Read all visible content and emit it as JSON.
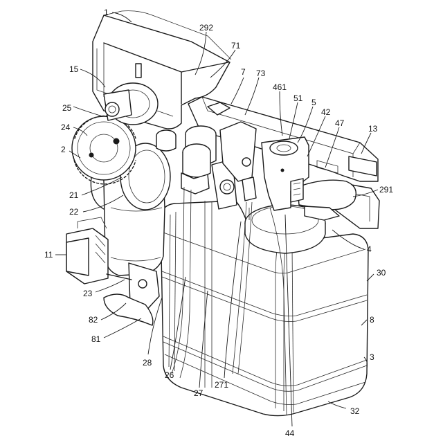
{
  "labels": {
    "l1": "1",
    "l292": "292",
    "l71": "71",
    "l15": "15",
    "l7": "7",
    "l73": "73",
    "l461": "461",
    "l51": "51",
    "l5": "5",
    "l42": "42",
    "l47": "47",
    "l13": "13",
    "l25": "25",
    "l24": "24",
    "l2": "2",
    "l21": "21",
    "l291": "291",
    "l22": "22",
    "l4": "4",
    "l11": "11",
    "l30": "30",
    "l23": "23",
    "l8": "8",
    "l82": "82",
    "l81": "81",
    "l3": "3",
    "l28": "28",
    "l26": "26",
    "l27": "27",
    "l271": "271",
    "l32": "32",
    "l44": "44"
  }
}
